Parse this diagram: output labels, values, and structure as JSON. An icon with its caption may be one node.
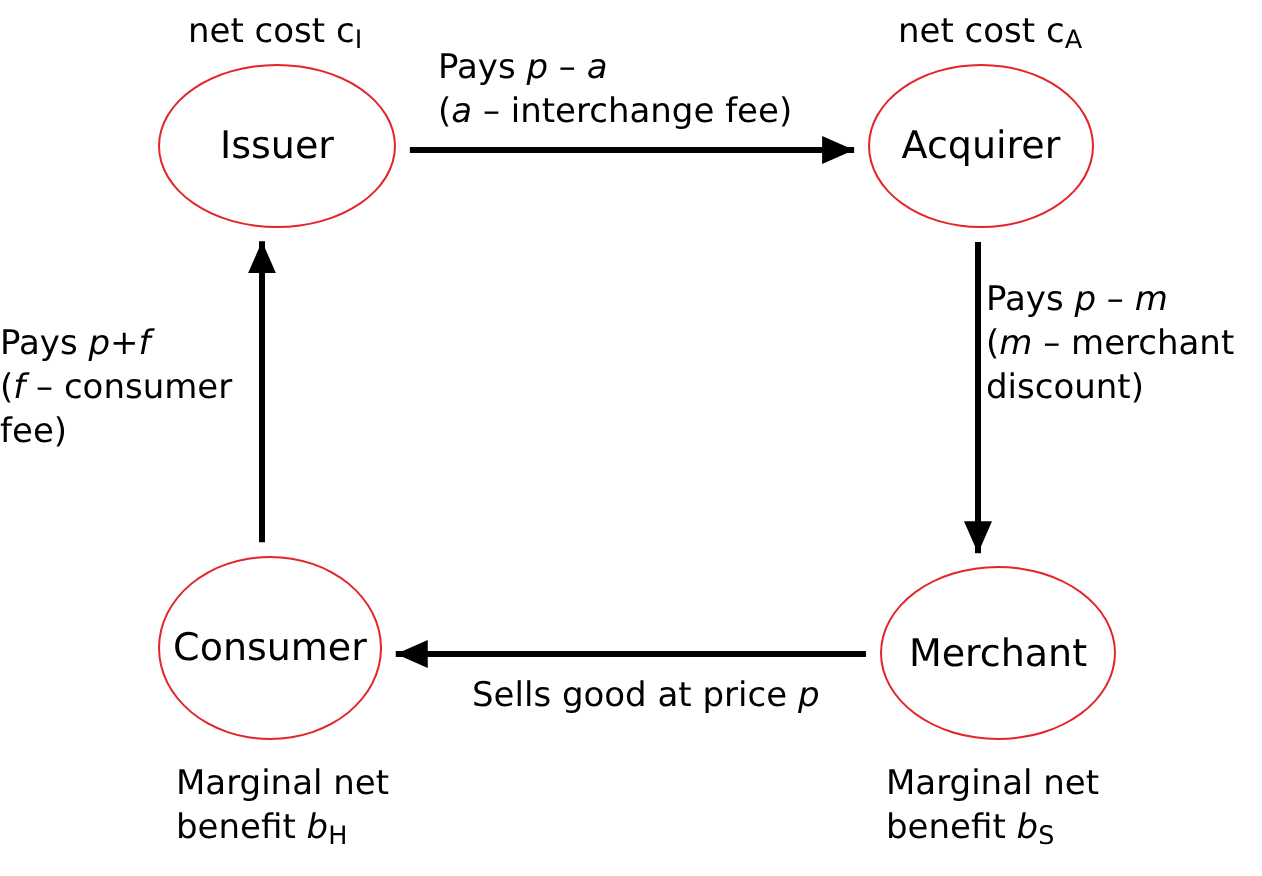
{
  "diagram": {
    "nodes": [
      {
        "text": [
          "Issuer"
        ],
        "beside": [
          "net cost c$_{I}$"
        ]
      },
      {
        "text": [
          "Acquirer"
        ],
        "beside": [
          "net cost c$_{A}$"
        ]
      },
      {
        "text": [
          "Consumer"
        ],
        "beside": [
          "Marginal net benefit *b*$_{H}$"
        ]
      },
      {
        "text": [
          "Merchant"
        ],
        "beside": [
          "Marginal net benefit *b*$_{S}$"
        ]
      }
    ],
    "edges": [
      {
        "from": 0,
        "to": 1,
        "arrow": "to",
        "label": "Pays *p* – *a* (*a* – interchange fee)"
      },
      {
        "from": 1,
        "to": 3,
        "arrow": "to",
        "label": "Pays *p* – *m* (*m* – merchant discount)"
      },
      {
        "from": 3,
        "to": 2,
        "arrow": "to",
        "label": "Sells good at price *p*"
      },
      {
        "from": 2,
        "to": 0,
        "arrow": "to",
        "label": "Pays *p*+*f* (*f* – consumer fee)"
      }
    ]
  }
}
